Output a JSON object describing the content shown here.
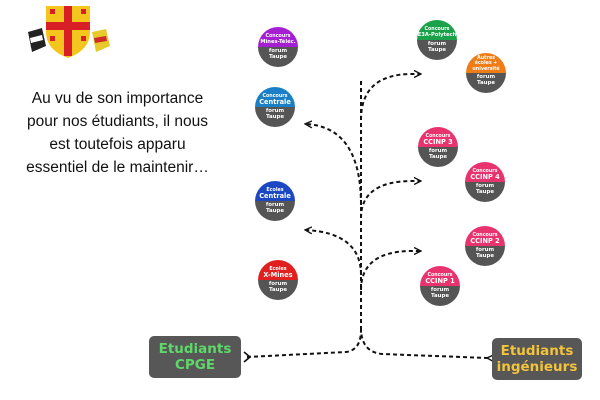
{
  "caption": {
    "lines": [
      "Au vu de son importance",
      "pour nos étudiants, il nous",
      "est toutefois apparu",
      "essentiel de le maintenir…"
    ]
  },
  "badges": {
    "mines_telecom": {
      "line1": "Concours",
      "line2": "Mines-Téléc.",
      "sub1": "forum",
      "sub2": "Taupe",
      "color": "#a31fd1"
    },
    "centrale": {
      "line1": "Concours",
      "line2": "Centrale",
      "sub1": "forum",
      "sub2": "Taupe",
      "color": "#1a7fc4"
    },
    "ecoles_centrale": {
      "line1": "Ecoles",
      "line2": "Centrale",
      "sub1": "forum",
      "sub2": "Taupe",
      "color": "#1c47c2"
    },
    "x_mines": {
      "line1": "Ecoles",
      "line2": "X-Mines",
      "sub1": "forum",
      "sub2": "Taupe",
      "color": "#e0201e"
    },
    "e3a_polytech": {
      "line1": "Concours",
      "line2": "E3A-Polytech",
      "sub1": "forum",
      "sub2": "Taupe",
      "color": "#1aa14a"
    },
    "autres": {
      "line1": "Autres",
      "line2": "écoles +",
      "line3": "université",
      "sub1": "forum",
      "sub2": "Taupe",
      "color": "#f07c17"
    },
    "ccinp3": {
      "line1": "Concours",
      "line2": "CCINP 3",
      "sub1": "forum",
      "sub2": "Taupe",
      "color": "#e8336e"
    },
    "ccinp4": {
      "line1": "Concours",
      "line2": "CCINP 4",
      "sub1": "forum",
      "sub2": "Taupe",
      "color": "#e8336e"
    },
    "ccinp2": {
      "line1": "Concours",
      "line2": "CCINP 2",
      "sub1": "forum",
      "sub2": "Taupe",
      "color": "#e8336e"
    },
    "ccinp1": {
      "line1": "Concours",
      "line2": "CCINP 1",
      "sub1": "forum",
      "sub2": "Taupe",
      "color": "#e8336e"
    }
  },
  "boxes": {
    "cpge": {
      "line1": "Etudiants",
      "line2": "CPGE",
      "color": "#5fd86a"
    },
    "ingenieurs": {
      "line1": "Etudiants",
      "line2": "ingénieurs",
      "color": "#f3c33c"
    }
  },
  "colors": {
    "box_bg": "#575757",
    "badge_bottom": "#555555",
    "arrow": "#111111"
  }
}
